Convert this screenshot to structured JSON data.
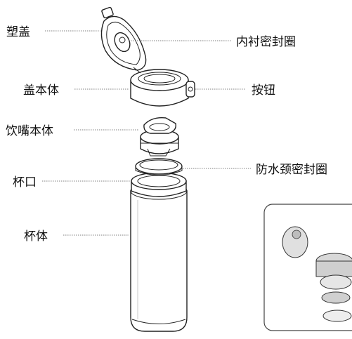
{
  "labels": {
    "plastic_lid": "塑盖",
    "inner_seal": "内衬密封圈",
    "lid_body": "盖本体",
    "button": "按钮",
    "spout_body": "饮嘴本体",
    "cup_mouth": "杯口",
    "neck_seal": "防水颈密封圈",
    "cup_body": "杯体"
  }
}
